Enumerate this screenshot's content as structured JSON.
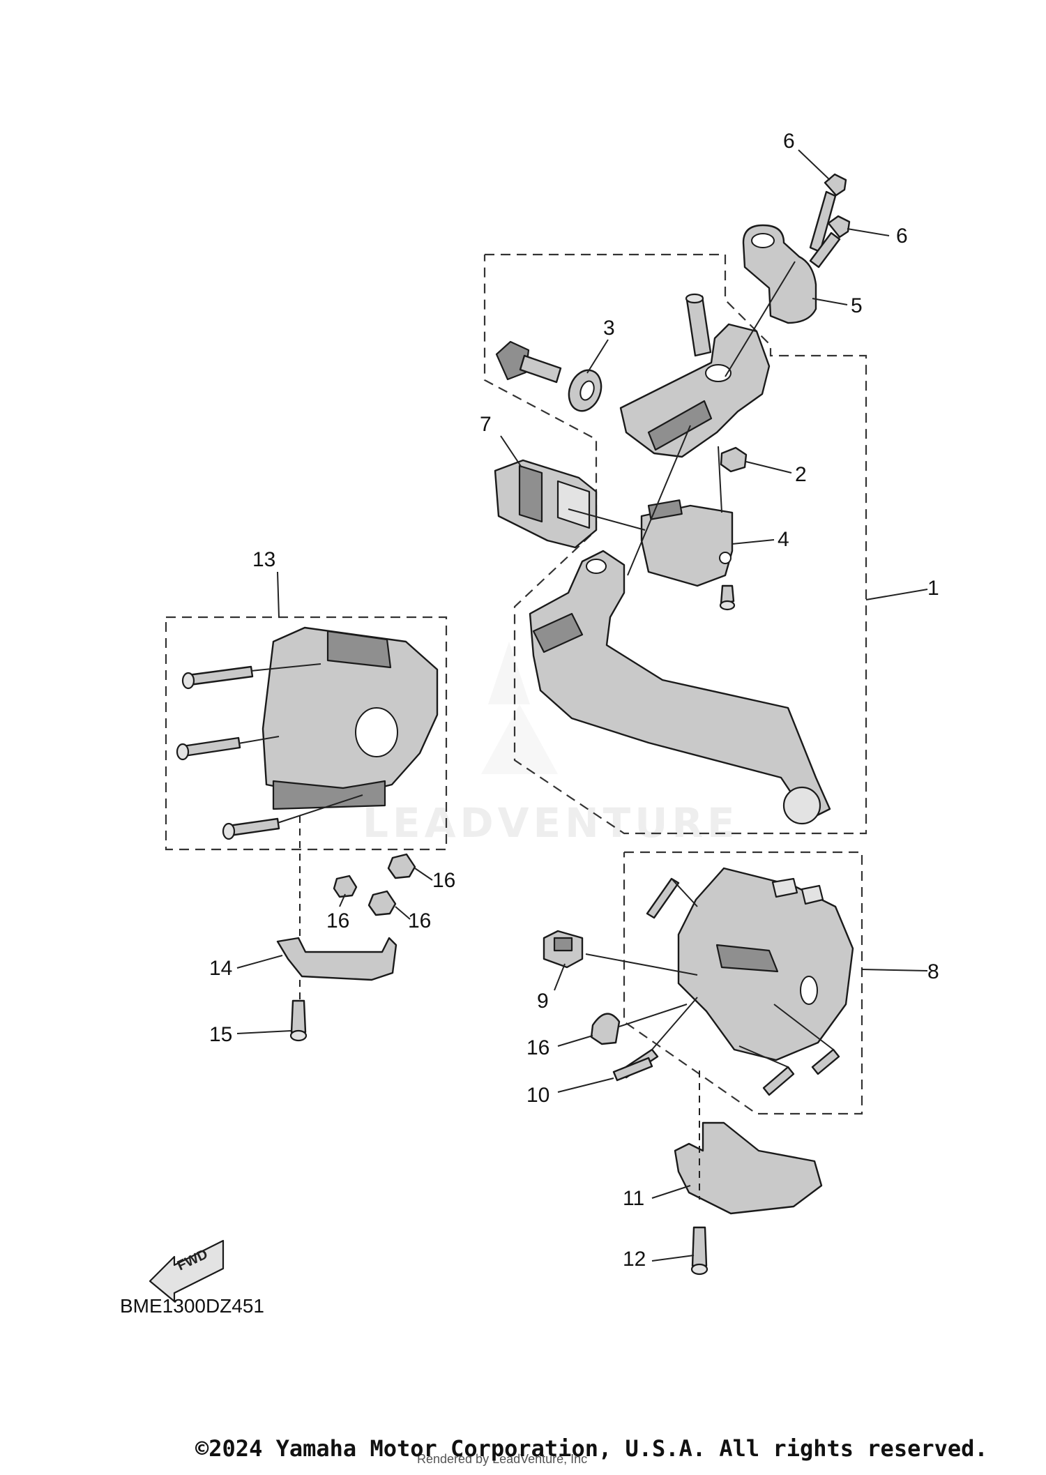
{
  "diagram": {
    "code": "BME1300DZ451",
    "copyright": "©2024 Yamaha Motor Corporation, U.S.A. All rights reserved.",
    "rendered_by": "Rendered by LeadVenture, Inc",
    "watermark": "LEADVENTURE",
    "fwd_label": "FWD"
  },
  "callouts": {
    "c1": "1",
    "c2": "2",
    "c3": "3",
    "c4": "4",
    "c5": "5",
    "c6a": "6",
    "c6b": "6",
    "c7": "7",
    "c8": "8",
    "c9": "9",
    "c10": "10",
    "c11": "11",
    "c12": "12",
    "c13": "13",
    "c14": "14",
    "c15": "15",
    "c16a": "16",
    "c16b": "16",
    "c16c": "16",
    "c16d": "16"
  }
}
